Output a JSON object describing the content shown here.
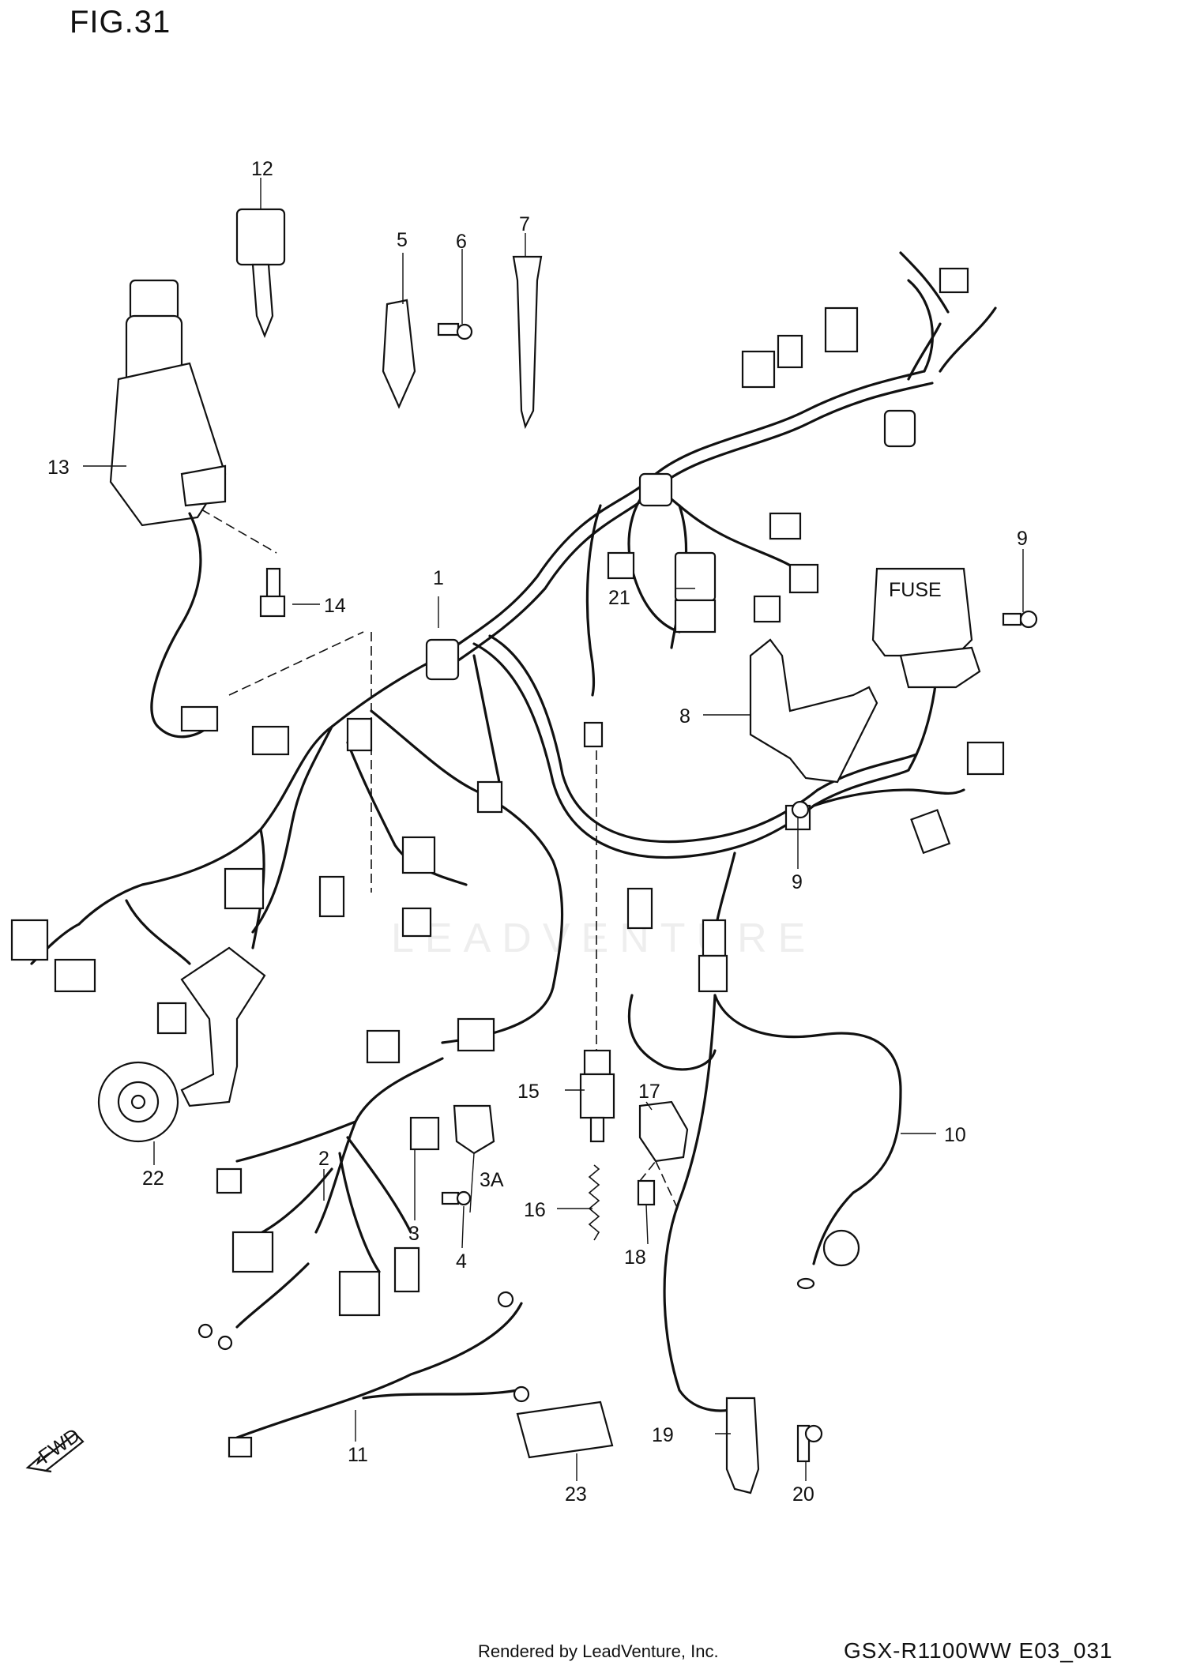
{
  "figure": {
    "title": "FIG.31",
    "model_code": "GSX-R1100WW  E03_031",
    "rendered_by": "Rendered by LeadVenture, Inc.",
    "watermark": "LEADVENTURE"
  },
  "fwd_marker": "FWD",
  "fuse_box_label": "FUSE",
  "callouts": [
    {
      "id": "c1",
      "label": "1"
    },
    {
      "id": "c2",
      "label": "2"
    },
    {
      "id": "c3",
      "label": "3"
    },
    {
      "id": "c3a",
      "label": "3A"
    },
    {
      "id": "c4",
      "label": "4"
    },
    {
      "id": "c5",
      "label": "5"
    },
    {
      "id": "c6",
      "label": "6"
    },
    {
      "id": "c7",
      "label": "7"
    },
    {
      "id": "c8",
      "label": "8"
    },
    {
      "id": "c9a",
      "label": "9"
    },
    {
      "id": "c9b",
      "label": "9"
    },
    {
      "id": "c10",
      "label": "10"
    },
    {
      "id": "c11",
      "label": "11"
    },
    {
      "id": "c12",
      "label": "12"
    },
    {
      "id": "c13",
      "label": "13"
    },
    {
      "id": "c14",
      "label": "14"
    },
    {
      "id": "c15",
      "label": "15"
    },
    {
      "id": "c16",
      "label": "16"
    },
    {
      "id": "c17",
      "label": "17"
    },
    {
      "id": "c18",
      "label": "18"
    },
    {
      "id": "c19",
      "label": "19"
    },
    {
      "id": "c20",
      "label": "20"
    },
    {
      "id": "c21",
      "label": "21"
    },
    {
      "id": "c22",
      "label": "22"
    },
    {
      "id": "c23",
      "label": "23"
    }
  ]
}
